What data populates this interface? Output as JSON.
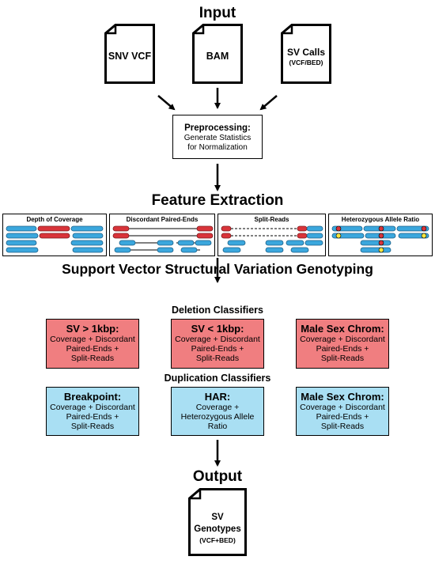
{
  "headings": {
    "input": "Input",
    "feature_extraction": "Feature Extraction",
    "svm": "Support Vector Structural Variation Genotyping",
    "output": "Output",
    "deletion_classifiers": "Deletion Classifiers",
    "duplication_classifiers": "Duplication Classifiers"
  },
  "inputs": [
    {
      "line1": "SNV VCF",
      "line2": ""
    },
    {
      "line1": "BAM",
      "line2": ""
    },
    {
      "line1": "SV Calls",
      "line2": "(VCF/BED)"
    }
  ],
  "preprocessing": {
    "title": "Preprocessing:",
    "line1": "Generate Statistics",
    "line2": "for Normalization"
  },
  "features": [
    "Depth of Coverage",
    "Discordant Paired-Ends",
    "Split-Reads",
    "Heterozygous Allele Ratio"
  ],
  "deletion": [
    {
      "title": "SV > 1kbp:",
      "l1": "Coverage + Discordant",
      "l2": "Paired-Ends +",
      "l3": "Split-Reads"
    },
    {
      "title": "SV < 1kbp:",
      "l1": "Coverage + Discordant",
      "l2": "Paired-Ends +",
      "l3": "Split-Reads"
    },
    {
      "title": "Male Sex Chrom:",
      "l1": "Coverage + Discordant",
      "l2": "Paired-Ends +",
      "l3": "Split-Reads"
    }
  ],
  "duplication": [
    {
      "title": "Breakpoint:",
      "l1": "Coverage + Discordant",
      "l2": "Paired-Ends +",
      "l3": "Split-Reads"
    },
    {
      "title": "HAR:",
      "l1": "Coverage +",
      "l2": "Heterozygous Allele",
      "l3": "Ratio"
    },
    {
      "title": "Male Sex Chrom:",
      "l1": "Coverage + Discordant",
      "l2": "Paired-Ends +",
      "l3": "Split-Reads"
    }
  ],
  "output_doc": {
    "line1": "SV",
    "line2": "Genotypes",
    "line3": "(VCF+BED)"
  },
  "colors": {
    "deletion": "#f07e80",
    "duplication": "#a9dff3",
    "read_blue": "#3ba7dd",
    "read_red": "#d9343a",
    "snp_yellow": "#f7e640"
  }
}
